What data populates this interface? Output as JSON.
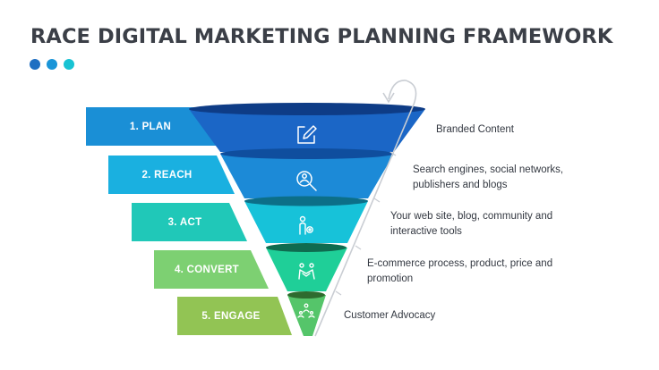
{
  "title": "RACE DIGITAL MARKETING PLANNING FRAMEWORK",
  "colors": {
    "dot1": "#1f6fc2",
    "dot2": "#1a95d8",
    "dot3": "#18c3d3"
  },
  "stages": [
    {
      "label": "1. PLAN",
      "description": "Branded Content",
      "icon": "edit-square-icon",
      "band": "#1a8fd6",
      "funnel": "#1b66c6",
      "rim": "#0e3c86"
    },
    {
      "label": "2. REACH",
      "description": "Search engines, social networks, publishers and blogs",
      "icon": "search-person-icon",
      "band": "#1ab0e0",
      "funnel": "#1c8ad7",
      "rim": "#0f4e9e"
    },
    {
      "label": "3. ACT",
      "description": "Your web site, blog, community and interactive tools",
      "icon": "person-gear-icon",
      "band": "#20c8b8",
      "funnel": "#17c2d9",
      "rim": "#0c6f88"
    },
    {
      "label": "4. CONVERT",
      "description": "E-commerce process, product, price and promotion",
      "icon": "handshake-icon",
      "band": "#7dd072",
      "funnel": "#1fcf98",
      "rim": "#0f6b4f"
    },
    {
      "label": "5. ENGAGE",
      "description": "Customer Advocacy",
      "icon": "people-connect-icon",
      "band": "#92c454",
      "funnel": "#55c56a",
      "rim": "#2e6b2e"
    }
  ]
}
